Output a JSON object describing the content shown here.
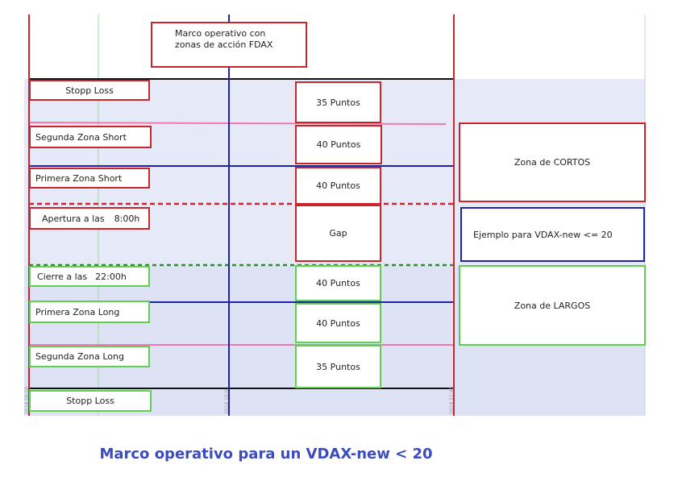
{
  "title_box": {
    "line1": "Marco operativo con",
    "line2": "zonas de acción FDAX"
  },
  "left_labels": {
    "stop_short": "Stopp Loss",
    "segunda_short": "Segunda Zona Short",
    "primera_short": "Primera Zona Short",
    "apertura": "Apertura a las",
    "apertura_time": "8:00h",
    "cierre": "Cierre a las",
    "cierre_time": "22:00h",
    "primera_long": "Primera Zona Long",
    "segunda_long": "Segunda Zona Long",
    "stop_long": "Stopp Loss"
  },
  "point_boxes": {
    "p1": "35  Puntos",
    "p2": "40  Puntos",
    "p3": "40  Puntos",
    "gap": "Gap",
    "p4": "40   Puntos",
    "p5": "40  Puntos",
    "p6": "35  Puntos"
  },
  "right_boxes": {
    "cortos": "Zona de CORTOS",
    "ejemplo": "Ejemplo para VDAX-new <= 20",
    "largos": "Zona de LARGOS"
  },
  "time_ticks": {
    "t1": "2018 08:00",
    "t2": "2018 15:0",
    "t3": "2018 21:45"
  },
  "caption": "Marco operativo para un VDAX-new < 20",
  "colors": {
    "red": "#c8262b",
    "green": "#5fcf4f",
    "blue": "#1f23a8",
    "pink": "#f07ab0",
    "black": "#111111",
    "caption": "#3a4cc0"
  }
}
